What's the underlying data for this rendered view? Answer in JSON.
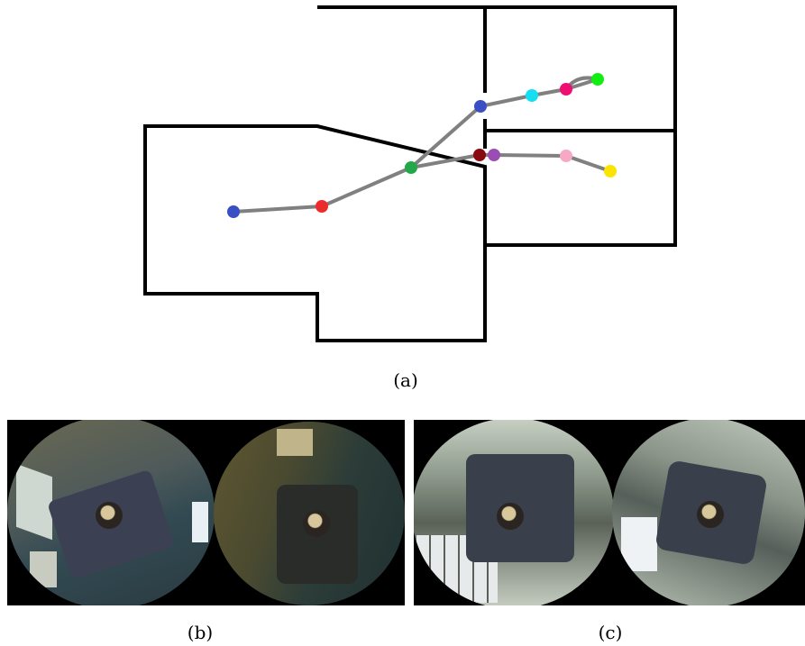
{
  "captions": {
    "a": "(a)",
    "b": "(b)",
    "c": "(c)"
  },
  "colors": {
    "walls": "#000000",
    "path": "#808080",
    "waypoints": {
      "start": "#3b4fc4",
      "red": "#ee2b2b",
      "green_mid": "#22a84a",
      "door_blue": "#3b4fc4",
      "cyan": "#12dff0",
      "magenta": "#ef0f72",
      "green_end": "#12ee12",
      "dark_red": "#8b0a12",
      "purple": "#9b4db4",
      "pink": "#f6a8c4",
      "yellow": "#fbe400"
    }
  },
  "images": {
    "b": [
      {
        "name": "fisheye-image-b-left"
      },
      {
        "name": "fisheye-image-b-right"
      }
    ],
    "c": [
      {
        "name": "fisheye-image-c-left"
      },
      {
        "name": "fisheye-image-c-right"
      }
    ]
  }
}
